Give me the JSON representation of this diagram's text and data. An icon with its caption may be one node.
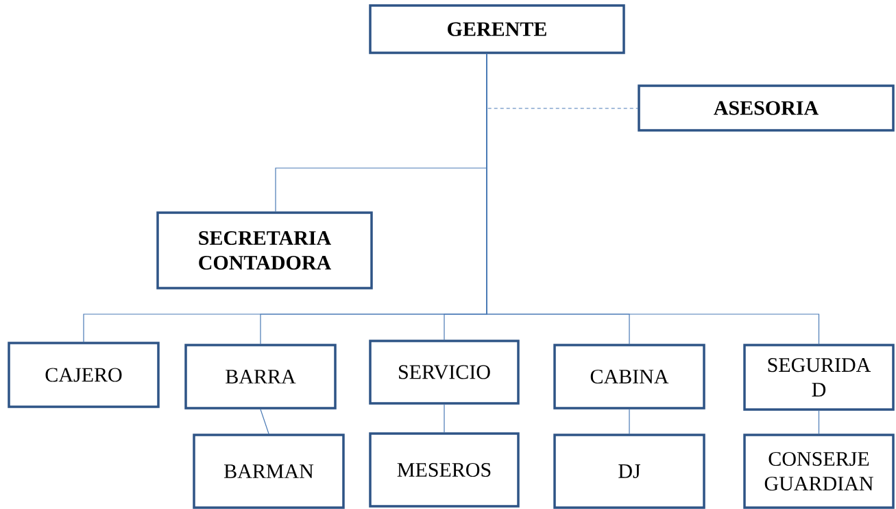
{
  "diagram": {
    "nodes": [
      {
        "text": [
          "GERENTE"
        ]
      },
      {
        "text": [
          "ASESORIA"
        ]
      },
      {
        "text": [
          "SECRETARIA CONTADORA"
        ]
      },
      {
        "text": [
          "CAJERO"
        ]
      },
      {
        "text": [
          "BARRA"
        ]
      },
      {
        "text": [
          "SERVICIO"
        ]
      },
      {
        "text": [
          "CABINA"
        ]
      },
      {
        "text": [
          "SEGURIDA D"
        ]
      },
      {
        "text": [
          "BARMAN"
        ]
      },
      {
        "text": [
          "MESEROS"
        ]
      },
      {
        "text": [
          "DJ"
        ]
      },
      {
        "text": [
          "CONSERJE GUARDIAN"
        ]
      }
    ],
    "edges": [
      {
        "from": 0,
        "to": 1,
        "arrow": "none",
        "style": "dashed"
      },
      {
        "from": 0,
        "to": 2,
        "arrow": "none"
      },
      {
        "from": 0,
        "to": 3,
        "arrow": "none"
      },
      {
        "from": 0,
        "to": 4,
        "arrow": "none"
      },
      {
        "from": 0,
        "to": 5,
        "arrow": "none"
      },
      {
        "from": 0,
        "to": 6,
        "arrow": "none"
      },
      {
        "from": 0,
        "to": 7,
        "arrow": "none"
      },
      {
        "from": 4,
        "to": 8,
        "arrow": "none"
      },
      {
        "from": 5,
        "to": 9,
        "arrow": "none"
      },
      {
        "from": 6,
        "to": 10,
        "arrow": "none"
      },
      {
        "from": 7,
        "to": 11,
        "arrow": "none"
      }
    ]
  }
}
